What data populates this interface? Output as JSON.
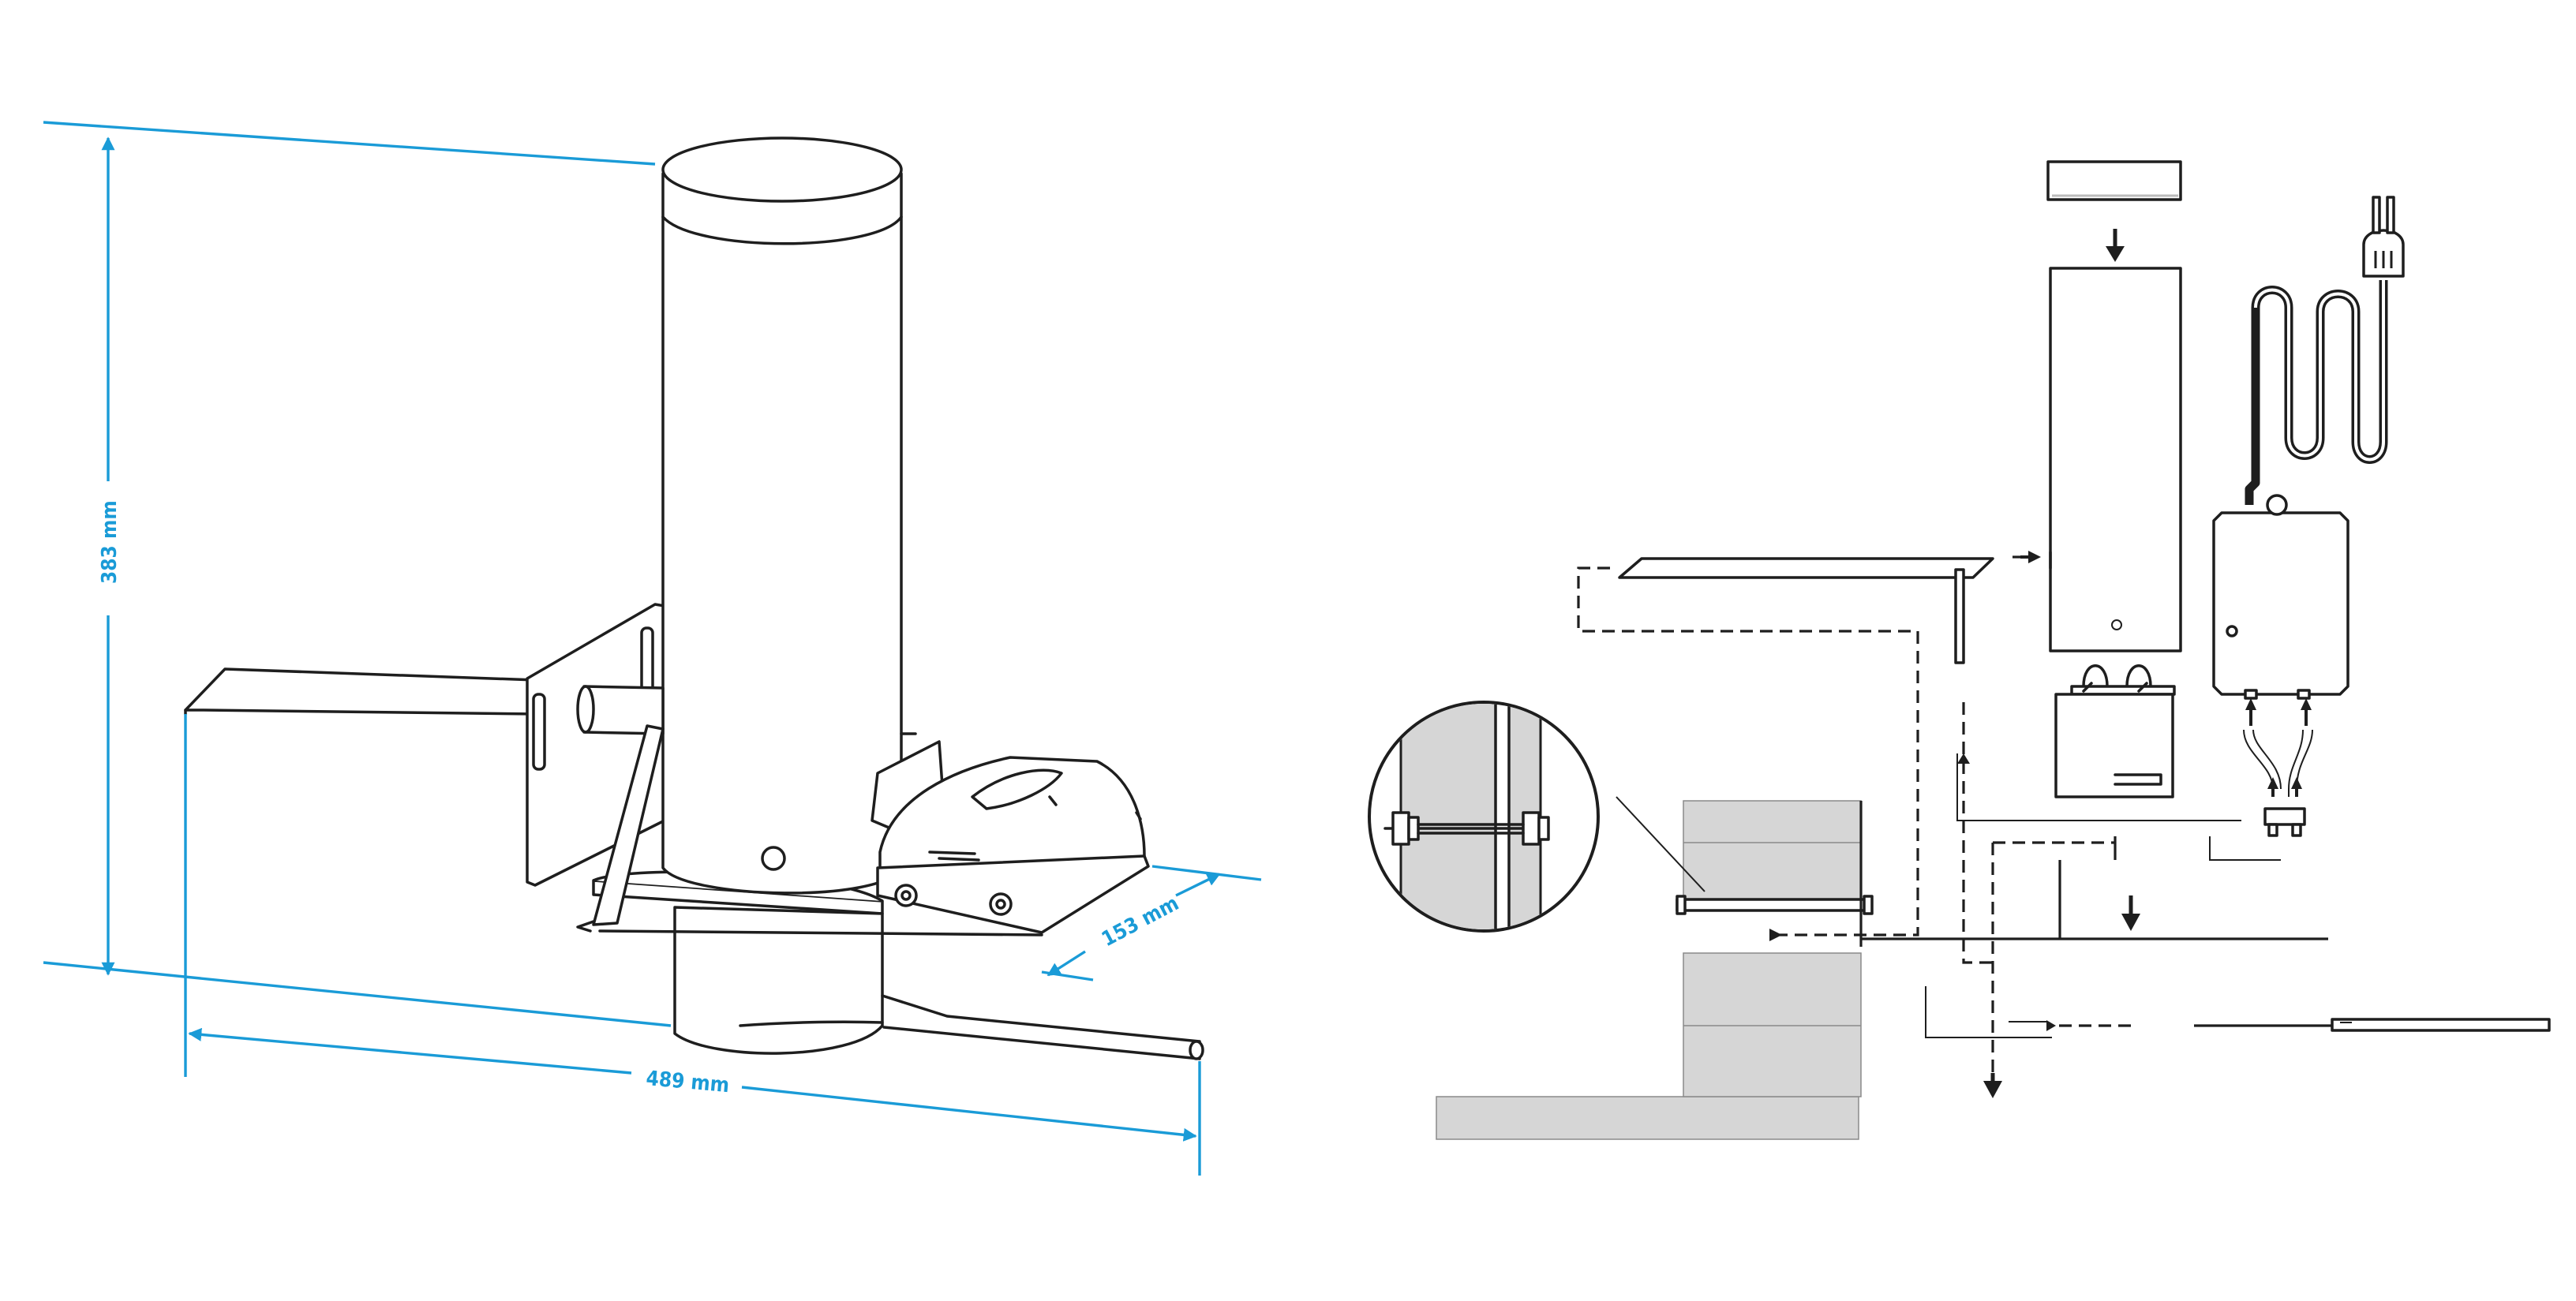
{
  "dimensions": {
    "height": {
      "label": "383 mm",
      "color": "#1a9bd7"
    },
    "width": {
      "label": "489 mm",
      "color": "#1a9bd7"
    },
    "depth": {
      "label": "153 mm",
      "color": "#1a9bd7"
    }
  },
  "colors": {
    "dimension_line": "#1a9bd7",
    "ink": "#1e1e1e",
    "wall_grey": "#d6d6d6"
  },
  "icons": [
    "power-plug-icon",
    "arrow-down-icon",
    "arrow-right-icon",
    "arrow-left-icon",
    "arrow-up-icon"
  ]
}
